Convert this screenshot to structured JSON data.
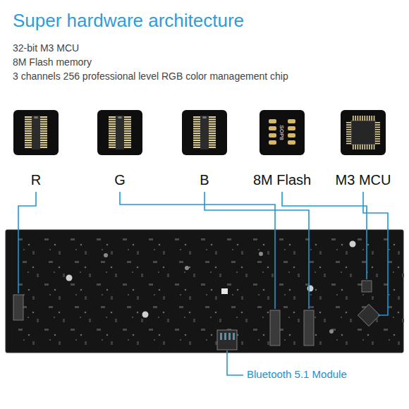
{
  "diagram": {
    "title": "Super hardware architecture",
    "nodes": [
      {
        "text": [
          "R"
        ]
      },
      {
        "text": [
          "G"
        ]
      },
      {
        "text": [
          "B"
        ]
      },
      {
        "text": [
          "8M Flash"
        ]
      },
      {
        "text": [
          "M3 MCU"
        ]
      }
    ],
    "labels": [
      "32-bit M3 MCU",
      "8M Flash memory",
      "3 channels 256 professional level RGB color management chip",
      "SOP8",
      "Bluetooth 5.1 Module"
    ]
  }
}
